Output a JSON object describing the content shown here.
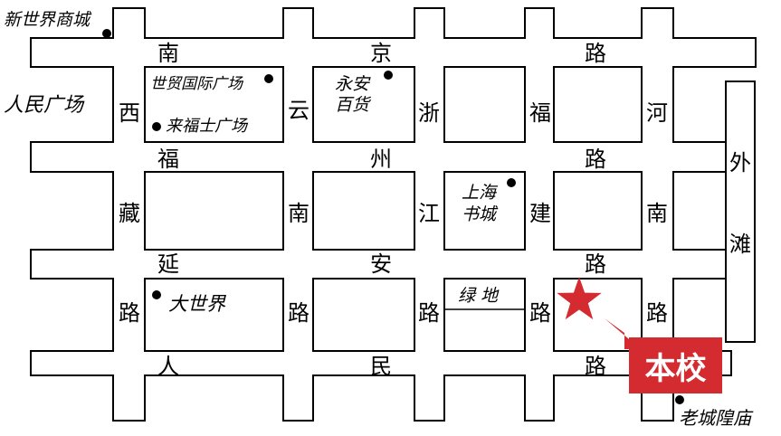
{
  "colors": {
    "accent": "#d32b30",
    "road_outline": "#000000",
    "background": "#ffffff"
  },
  "roads": {
    "nanjing_road": [
      "南",
      "京",
      "路"
    ],
    "fuzhou_road": [
      "福",
      "州",
      "路"
    ],
    "yanan_road": [
      "延",
      "安",
      "路"
    ],
    "renmin_road": [
      "人",
      "民",
      "路"
    ],
    "xizang_road": [
      "西",
      "藏",
      "路"
    ],
    "yunnan_road": [
      "云",
      "南",
      "路"
    ],
    "zhejiang_road": [
      "浙",
      "江",
      "路"
    ],
    "fujian_road": [
      "福",
      "建",
      "路"
    ],
    "henan_road": [
      "河",
      "南",
      "路"
    ],
    "waitan": [
      "外",
      "滩"
    ]
  },
  "landmarks": {
    "new_world_mall": "新世界商城",
    "peoples_square": "人民广场",
    "world_trade_plaza": "世贸国际广场",
    "raffles_plaza": "来福士广场",
    "wing_on_line1": "永安",
    "wing_on_line2": "百货",
    "shanghai_bookstore_line1": "上海",
    "shanghai_bookstore_line2": "书城",
    "green_land": "绿 地",
    "great_world": "大世界",
    "city_god_temple": "老城隍庙"
  },
  "school": {
    "label": "本校",
    "marker": "star-icon"
  }
}
